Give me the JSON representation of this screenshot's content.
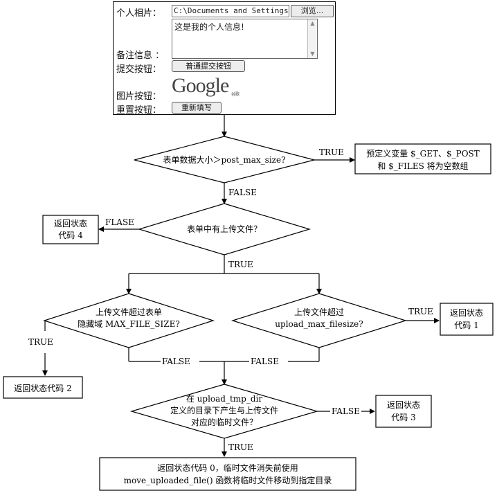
{
  "form": {
    "photo_label": "个人相片：",
    "photo_path": "C:\\Documents and Settings\\",
    "browse_label": "浏览...",
    "memo_label": "备注信息 ：",
    "memo_text": "这是我的个人信息!",
    "submit_label": "提交按钮：",
    "submit_button": "普通提交按钮",
    "image_label": "图片按钮：",
    "logo_text": "Google",
    "logo_sub": "谷歌",
    "reset_label": "重置按钮：",
    "reset_button": "重新填写"
  },
  "flow": {
    "d1": "表单数据大小＞post_max_size?",
    "d1_true": "TRUE",
    "d1_false": "FALSE",
    "b_empty_line1": "预定义变量 $_GET、$_POST",
    "b_empty_line2": "和 $_FILES 将为空数组",
    "d2": "表单中有上传文件？",
    "d2_false": "FLASE",
    "d2_true": "TRUE",
    "b4_line1": "返回状态",
    "b4_line2": "代码 4",
    "d3_line1": "上传文件超过表单",
    "d3_line2": "隐藏域 MAX_FILE_SIZE?",
    "d3_true": "TRUE",
    "d3_false": "FALSE",
    "b2": "返回状态代码 2",
    "d4_line1": "上传文件超过",
    "d4_line2": "upload_max_filesize?",
    "d4_true": "TRUE",
    "d4_false": "FALSE",
    "b1_line1": "返回状态",
    "b1_line2": "代码 1",
    "d5_line1": "在 upload_tmp_dir",
    "d5_line2": "定义的目录下产生与上传文件",
    "d5_line3": "对应的临时文件？",
    "d5_false": "FALSE",
    "d5_true": "TRUE",
    "b3_line1": "返回状态",
    "b3_line2": "代码 3",
    "b0_line1": "返回状态代码 0，临时文件消失前使用",
    "b0_line2": "move_uploaded_file() 函数将临时文件移动到指定目录"
  }
}
